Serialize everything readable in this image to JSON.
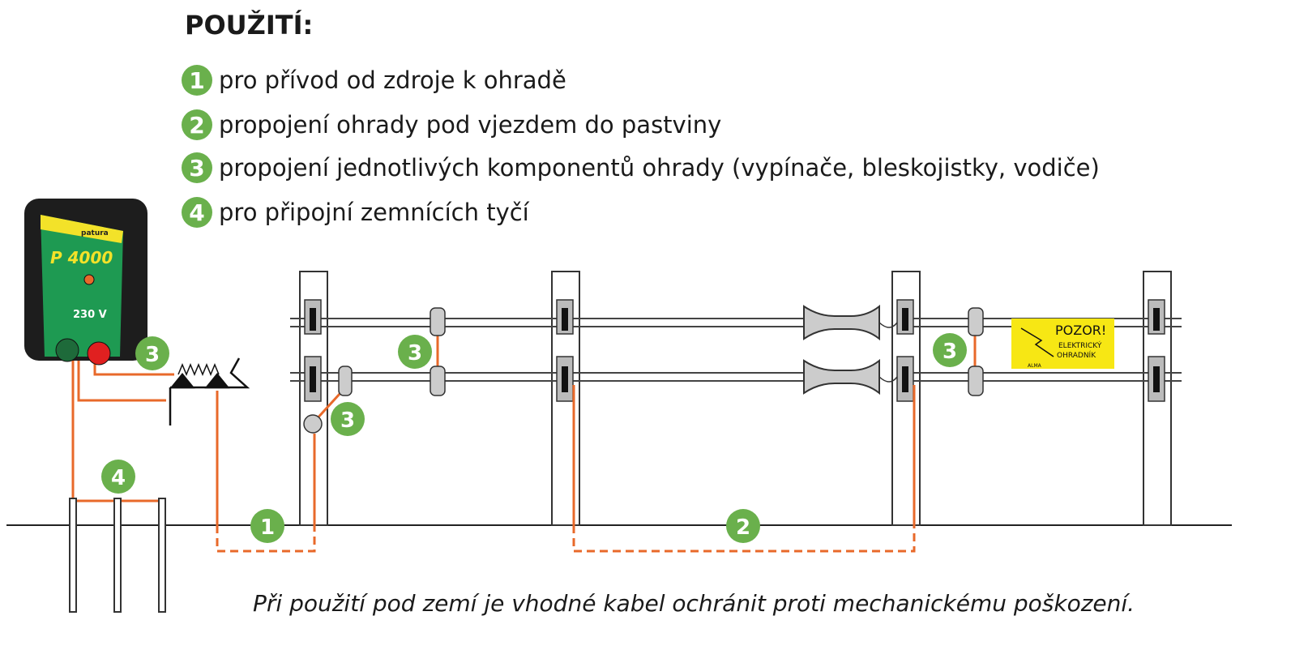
{
  "title": "POUŽITÍ:",
  "items": [
    {
      "num": "1",
      "text": "pro přívod od zdroje k ohradě"
    },
    {
      "num": "2",
      "text": "propojení ohrady pod vjezdem do pastviny"
    },
    {
      "num": "3",
      "text": "propojení jednotlivých komponentů ohrady (vypínače, bleskojistky, vodiče)"
    },
    {
      "num": "4",
      "text": "pro připojní zemnících tyčí"
    }
  ],
  "energizer": {
    "brand": "patura",
    "model": "P 4000",
    "voltage": "230 V"
  },
  "sign": {
    "title": "POZOR!",
    "line1": "ELEKTRICKÝ",
    "line2": "OHRADNÍK",
    "brand": "ALMA"
  },
  "markers": {
    "m1": "1",
    "m2": "2",
    "m3": "3",
    "m4": "4"
  },
  "note": "Při použití pod zemí je vhodné kabel ochránit proti mechanickému poškození.",
  "colors": {
    "green": "#6ab04c",
    "orange": "#e8692a",
    "grey": "#c8c8c8"
  }
}
